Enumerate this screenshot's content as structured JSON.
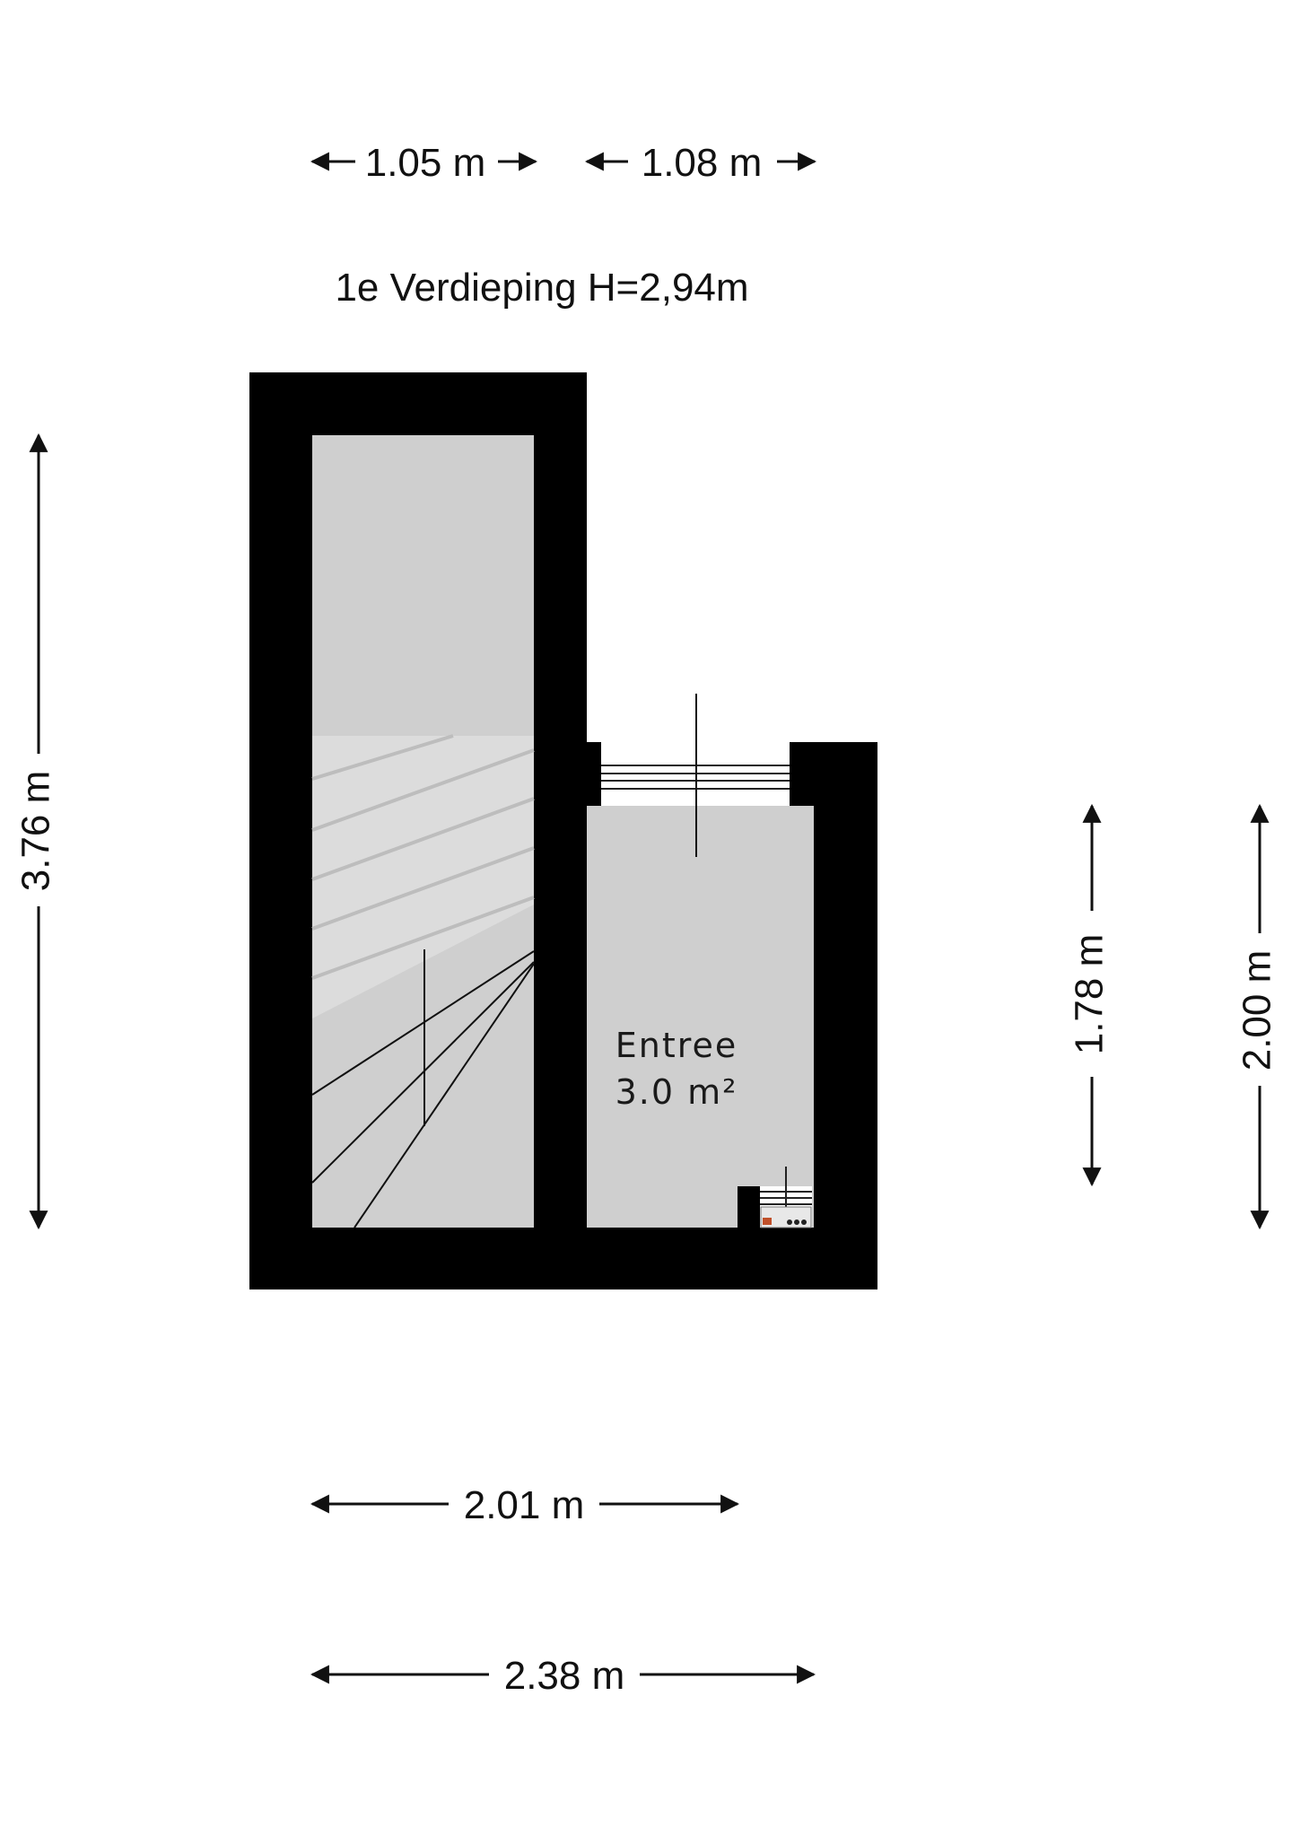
{
  "floor_title": "1e Verdieping H=2,94m",
  "room": {
    "name": "Entree",
    "area": "3.0 m²"
  },
  "dimensions": {
    "top_left": "1.05 m",
    "top_right": "1.08 m",
    "left_height": "3.76 m",
    "right_inner_height": "1.78 m",
    "right_outer_height": "2.00 m",
    "bottom_inner_width": "2.01 m",
    "bottom_outer_width": "2.38 m"
  },
  "colors": {
    "wall": "#000000",
    "floor": "#cfcfcf",
    "stairs": "#dadada",
    "dimension_line": "#111111"
  }
}
